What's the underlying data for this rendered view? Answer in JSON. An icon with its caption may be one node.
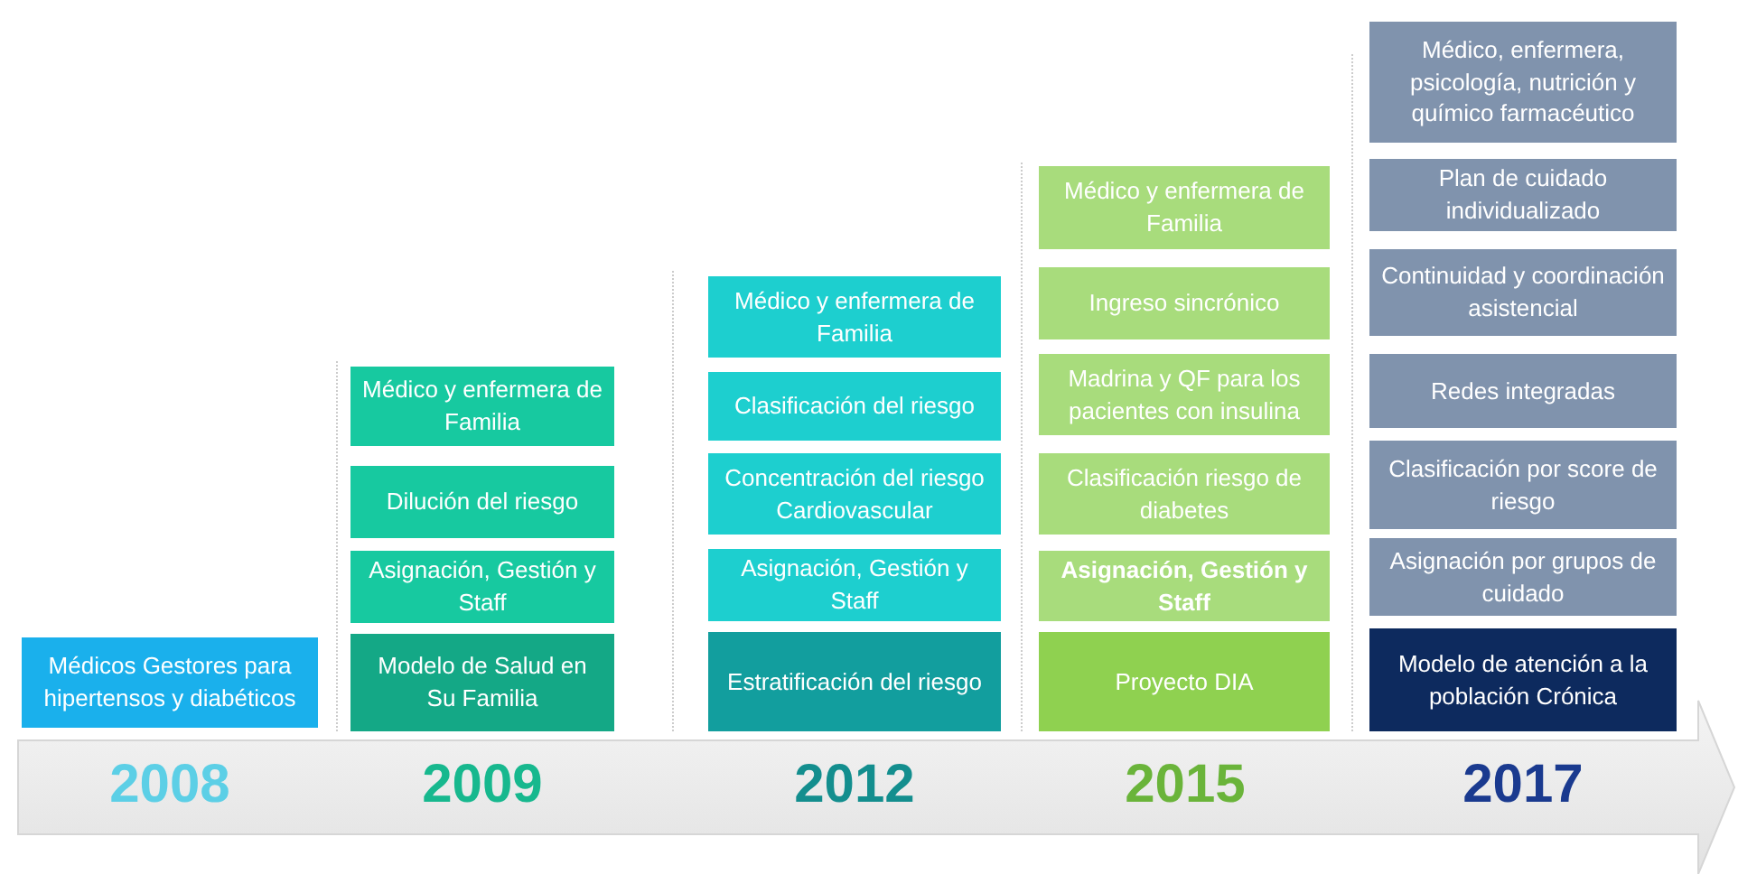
{
  "diagram": {
    "nodes": [
      {
        "text": [
          "Médicos Gestores para hipertensos y diabéticos"
        ]
      },
      {
        "text": [
          "Médico y enfermera de Familia"
        ]
      },
      {
        "text": [
          "Dilución del riesgo"
        ]
      },
      {
        "text": [
          "Asignación, Gestión y Staff"
        ]
      },
      {
        "text": [
          "Modelo de Salud en Su Familia"
        ]
      },
      {
        "text": [
          "Médico y enfermera de Familia"
        ]
      },
      {
        "text": [
          "Clasificación del riesgo"
        ]
      },
      {
        "text": [
          "Concentración del riesgo Cardiovascular"
        ]
      },
      {
        "text": [
          "Asignación, Gestión y Staff"
        ]
      },
      {
        "text": [
          "Estratificación del riesgo"
        ]
      },
      {
        "text": [
          "Médico y enfermera de Familia"
        ]
      },
      {
        "text": [
          "Ingreso sincrónico"
        ]
      },
      {
        "text": [
          "Madrina y QF para los pacientes con insulina"
        ]
      },
      {
        "text": [
          "Clasificación riesgo de diabetes"
        ]
      },
      {
        "text": [
          "Asignación, Gestión y Staff"
        ]
      },
      {
        "text": [
          "Proyecto DIA"
        ]
      },
      {
        "text": [
          "Médico, enfermera, psicología, nutrición y químico farmacéutico"
        ]
      },
      {
        "text": [
          "Plan de cuidado individualizado"
        ]
      },
      {
        "text": [
          "Continuidad y coordinación asistencial"
        ]
      },
      {
        "text": [
          "Redes integradas"
        ]
      },
      {
        "text": [
          "Clasificación por score de riesgo"
        ]
      },
      {
        "text": [
          "Asignación por grupos de cuidado"
        ]
      },
      {
        "text": [
          "Modelo de atención a la población Crónica"
        ]
      }
    ],
    "edges": [],
    "labels": [
      "2008",
      "2009",
      "2012",
      "2015",
      "2017"
    ]
  }
}
